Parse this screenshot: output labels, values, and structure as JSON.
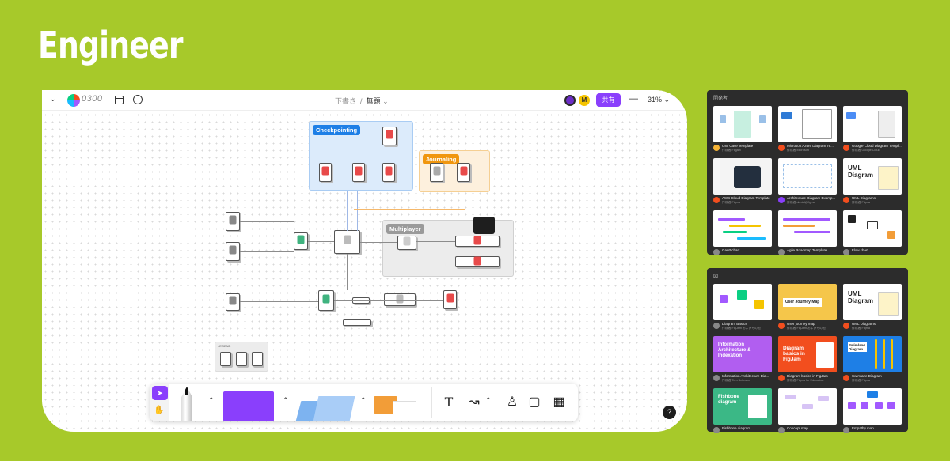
{
  "heading": "Engineer",
  "app": {
    "timer": "0300",
    "breadcrumb": {
      "parent": "下書き",
      "current": "無題"
    },
    "share_label": "共有",
    "avatar_initial": "M",
    "zoom": "31%",
    "help": "?"
  },
  "diagram": {
    "groups": [
      {
        "label": "Checkpointing",
        "color": "#1e7fe6"
      },
      {
        "label": "Journaling",
        "color": "#f0960e"
      },
      {
        "label": "Multiplayer",
        "color": "#6b6b6b"
      }
    ],
    "legend_title": "LEGEND"
  },
  "panels": [
    {
      "title": "開発者",
      "cards": [
        {
          "name": "Use Case Template",
          "by": "作成者 Figjam"
        },
        {
          "name": "Microsoft Azure Diagram Te...",
          "by": "作成者 Microsoft"
        },
        {
          "name": "Google Cloud Diagram Templ...",
          "by": "作成者 Google Cloud"
        },
        {
          "name": "AWS Cloud Diagram Template",
          "by": "作成者 Figma"
        },
        {
          "name": "Architecture Diagram Examp...",
          "by": "作成者 daniel@figma"
        },
        {
          "name": "UML Diagrams",
          "by": "作成者 Figma"
        },
        {
          "name": "Gantt chart",
          "by": ""
        },
        {
          "name": "Agile Roadmap Template",
          "by": ""
        },
        {
          "name": "Flow chart",
          "by": ""
        }
      ]
    },
    {
      "title": "図",
      "cards": [
        {
          "name": "Diagram Basics",
          "by": "作成者 FigJam およびその他",
          "thumb_text": ""
        },
        {
          "name": "User journey map",
          "by": "作成者 FigJam およびその他",
          "thumb_text": "User Journey Map"
        },
        {
          "name": "UML Diagrams",
          "by": "作成者 Figma",
          "thumb_text": "UML Diagram"
        },
        {
          "name": "Information Architecture Dia...",
          "by": "作成者 Tom Beltranni",
          "thumb_text": "Information Architecture & Indexation"
        },
        {
          "name": "Diagram basics in FigJam",
          "by": "作成者 Figma for Education",
          "thumb_text": "Diagram basics in FigJam"
        },
        {
          "name": "Swimlane Diagram",
          "by": "作成者 Figma",
          "thumb_text": "Swimlane Diagram"
        },
        {
          "name": "Fishbone diagram",
          "by": "",
          "thumb_text": "Fishbone diagram"
        },
        {
          "name": "Concept map",
          "by": "",
          "thumb_text": ""
        },
        {
          "name": "Empathy map",
          "by": "",
          "thumb_text": ""
        }
      ]
    }
  ]
}
